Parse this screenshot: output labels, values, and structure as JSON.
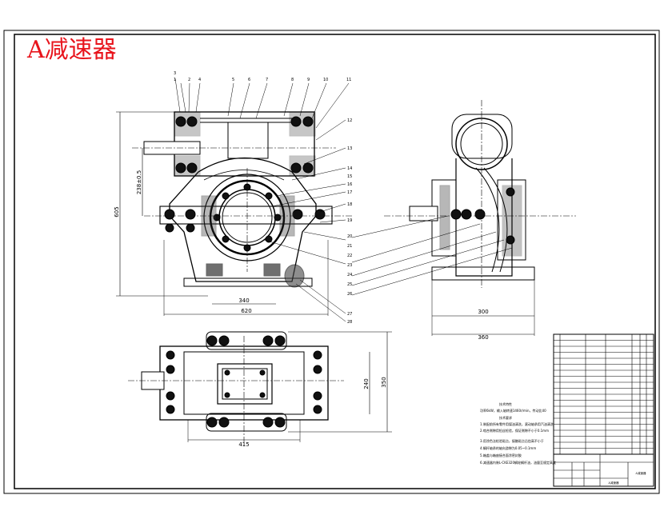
{
  "drawing": {
    "title": "A减速器",
    "dimensions": {
      "front_height": "605",
      "center_height": "238±0.5",
      "front_inner_width": "340",
      "front_total_width": "620",
      "side_base_width": "300",
      "side_total_width": "360",
      "top_width": "415",
      "top_inner_depth": "240",
      "top_total_depth": "350"
    },
    "callouts_top": [
      "3",
      "1",
      "2",
      "4",
      "5",
      "6",
      "7",
      "8",
      "9",
      "10",
      "11"
    ],
    "callouts_right": [
      "12",
      "13",
      "14",
      "15",
      "16",
      "17",
      "18",
      "19",
      "20",
      "21",
      "22",
      "23",
      "24",
      "25",
      "26",
      "27",
      "28"
    ],
    "notes": {
      "tech_title": "技术特性",
      "tech_line1": "功率6kW，输入轴转速1460r/min，传动比40",
      "req_title": "技术要求",
      "req_lines": [
        "1.装配前所有零件用煤油清洗，滚动轴承用汽油清洗",
        "2.啮合侧隙用铅丝检验，保证侧隙不小于0.1mm",
        "3.用涂色法检验斑点，接触斑点沿齿高不小于",
        "4.蜗杆轴承的轴向游隙为0.05~0.1mm",
        "5.箱盖与箱座接合面涂密封胶",
        "6.减速器内装L-CKE320蜗轮蜗杆油，油量至规定高度"
      ]
    },
    "title_block": {
      "row_count": 20,
      "bottom_label": "A减速器"
    }
  }
}
